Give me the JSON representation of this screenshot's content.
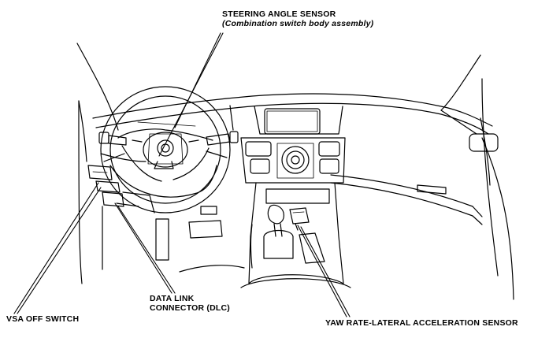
{
  "labels": {
    "steering_angle_sensor": {
      "title": "STEERING ANGLE SENSOR",
      "subtitle": "(Combination switch body assembly)"
    },
    "data_link_connector": {
      "line1": "DATA LINK",
      "line2": "CONNECTOR (DLC)"
    },
    "vsa_off_switch": "VSA OFF SWITCH",
    "yaw_rate_sensor": "YAW RATE-LATERAL ACCELERATION SENSOR"
  },
  "colors": {
    "ink": "#000000",
    "paper": "#ffffff"
  }
}
